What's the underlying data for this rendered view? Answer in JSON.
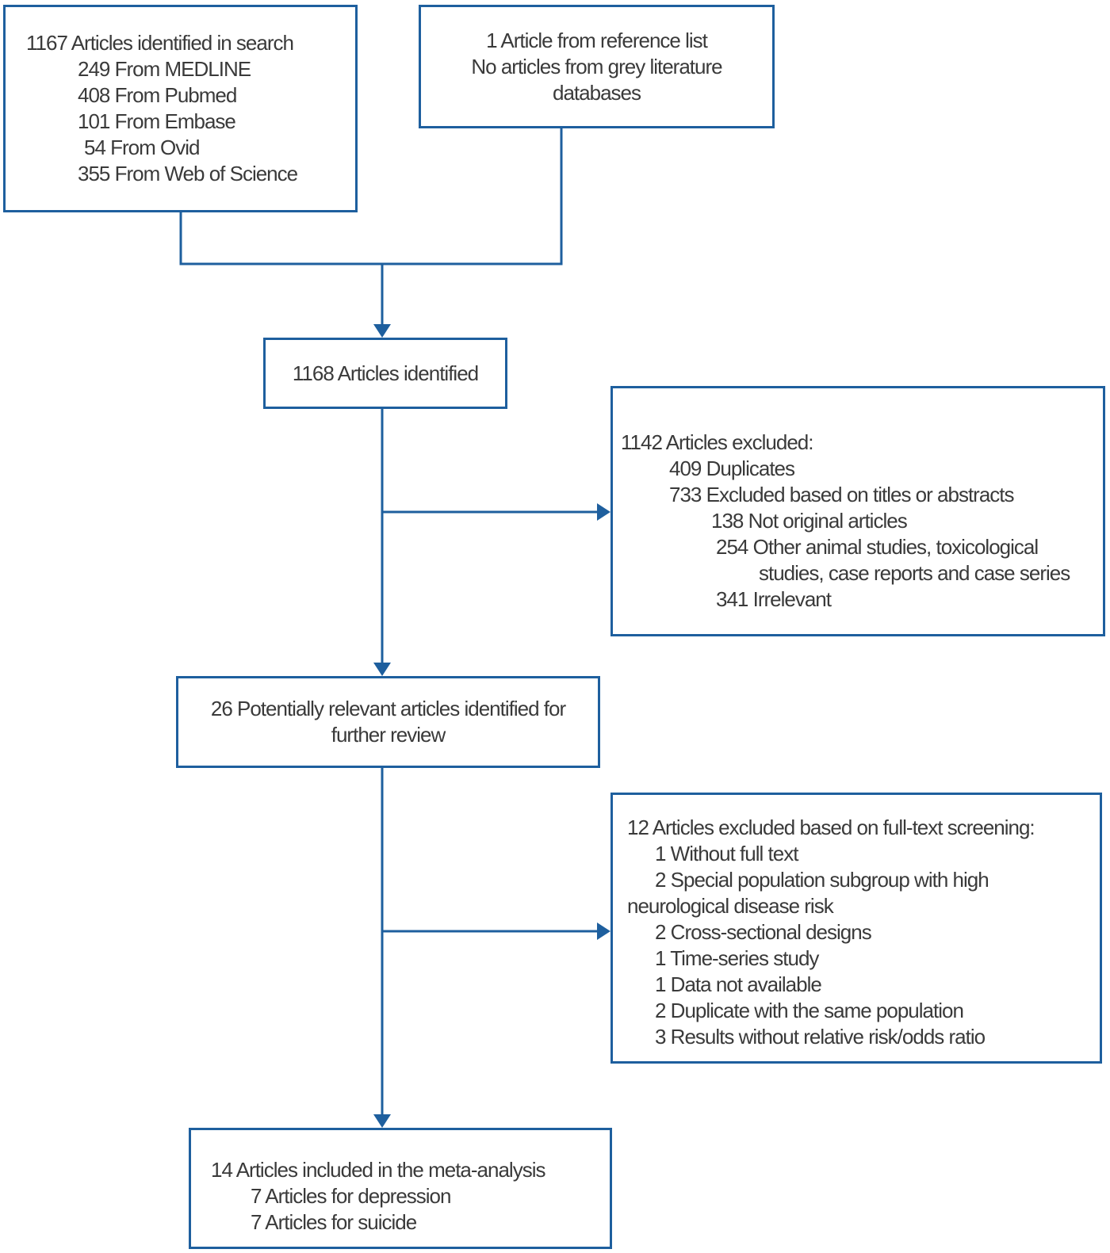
{
  "colors": {
    "accent_blue": "#1e5f9e",
    "text": "#3a3a3a",
    "background": "#ffffff"
  },
  "boxes": {
    "search_identified": {
      "lines": [
        {
          "text": "1167 Articles identified in search",
          "level": 0
        },
        {
          "text": "249 From MEDLINE",
          "level": 1
        },
        {
          "text": "408 From Pubmed",
          "level": 1
        },
        {
          "text": "101 From Embase",
          "level": 1
        },
        {
          "text": "54 From Ovid",
          "level": 1
        },
        {
          "text": "355 From Web of Science",
          "level": 1
        }
      ]
    },
    "reference_list": {
      "lines": [
        {
          "text": "1 Article from reference list",
          "level": 0
        },
        {
          "text": "No articles from grey literature",
          "level": 0
        },
        {
          "text": "databases",
          "level": 0
        }
      ]
    },
    "articles_identified": {
      "lines": [
        {
          "text": "1168 Articles identified",
          "level": 0
        }
      ]
    },
    "excluded_titles_abstracts": {
      "lines": [
        {
          "text": "1142 Articles excluded:",
          "level": 0
        },
        {
          "text": "409 Duplicates",
          "level": 1
        },
        {
          "text": "733 Excluded based on titles or abstracts",
          "level": 1
        },
        {
          "text": "138 Not original articles",
          "level": 2
        },
        {
          "text": "254 Other animal studies, toxicological",
          "level": 2
        },
        {
          "text": "studies, case reports and case series",
          "level": 3
        },
        {
          "text": "341 Irrelevant",
          "level": 2
        }
      ]
    },
    "potentially_relevant": {
      "lines": [
        {
          "text": "26 Potentially relevant articles identified for",
          "level": 0
        },
        {
          "text": "further review",
          "level": 0
        }
      ]
    },
    "excluded_fulltext": {
      "lines": [
        {
          "text": "12 Articles excluded based on full-text screening:",
          "level": 0
        },
        {
          "text": "1 Without full text",
          "level": 1
        },
        {
          "text": "2 Special population subgroup with high",
          "level": 1
        },
        {
          "text": "neurological disease risk",
          "level": 0
        },
        {
          "text": "2 Cross-sectional designs",
          "level": 1
        },
        {
          "text": "1 Time-series study",
          "level": 1
        },
        {
          "text": "1 Data not available",
          "level": 1
        },
        {
          "text": "2 Duplicate with the same population",
          "level": 1
        },
        {
          "text": "3 Results without relative risk/odds ratio",
          "level": 1
        }
      ]
    },
    "included_meta_analysis": {
      "lines": [
        {
          "text": "14 Articles included in the meta-analysis",
          "level": 0
        },
        {
          "text": "7 Articles for depression",
          "level": 1
        },
        {
          "text": "7 Articles for suicide",
          "level": 1
        }
      ]
    }
  }
}
